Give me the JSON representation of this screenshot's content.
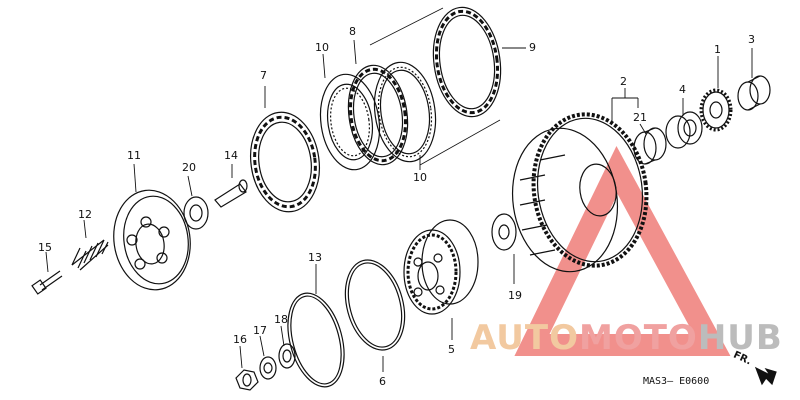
{
  "diagram": {
    "part_numbers": {
      "p1": "1",
      "p2": "2",
      "p3": "3",
      "p4": "4",
      "p5": "5",
      "p6": "6",
      "p7": "7",
      "p8": "8",
      "p9": "9",
      "p10a": "10",
      "p10b": "10",
      "p11": "11",
      "p12": "12",
      "p13": "13",
      "p14": "14",
      "p15": "15",
      "p16": "16",
      "p17": "17",
      "p18": "18",
      "p19": "19",
      "p20": "20",
      "p21": "21"
    },
    "direction_label": "FR.",
    "drawing_code": "MAS3— E0600"
  },
  "watermark": {
    "part1": "AUTO",
    "part2": "MOTO",
    "part3": "HUB"
  },
  "colors": {
    "line": "#111111",
    "watermark_red": "#e23a33",
    "watermark_orange": "#f0a860",
    "watermark_gray": "#9a9a9a"
  }
}
